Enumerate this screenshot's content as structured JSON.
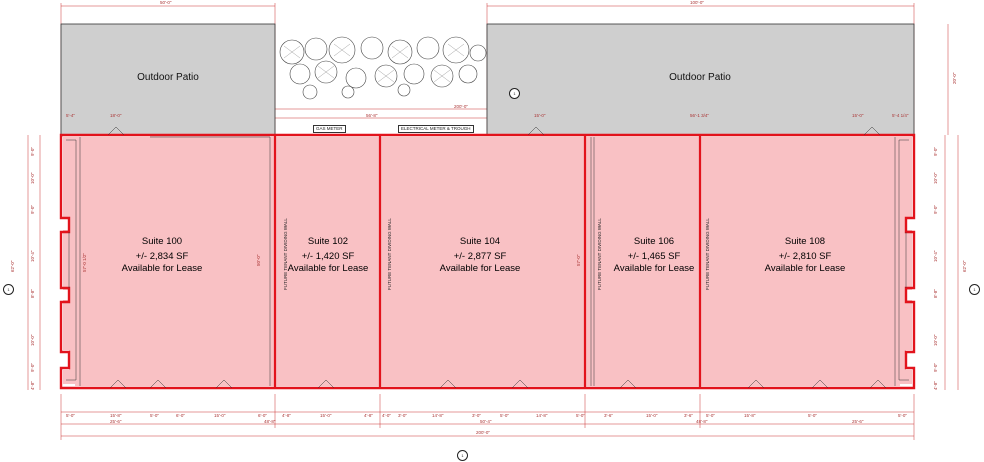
{
  "patios": [
    {
      "label": "Outdoor Patio"
    },
    {
      "label": "Outdoor Patio"
    }
  ],
  "suites": [
    {
      "name": "Suite 100",
      "area": "+/- 2,834 SF",
      "status": "Available for Lease"
    },
    {
      "name": "Suite 102",
      "area": "+/- 1,420 SF",
      "status": "Available for Lease"
    },
    {
      "name": "Suite 104",
      "area": "+/- 2,877 SF",
      "status": "Available for Lease"
    },
    {
      "name": "Suite 106",
      "area": "+/- 1,465 SF",
      "status": "Available for Lease"
    },
    {
      "name": "Suite 108",
      "area": "+/- 2,810 SF",
      "status": "Available for Lease"
    }
  ],
  "tags": {
    "gas_meter": "GAS METER",
    "electrical": "ELECTRICAL METER & TROUGH"
  },
  "wall_notes": [
    "FUTURE TENANT DIVIDING WALL",
    "FUTURE TENANT DIVIDING WALL",
    "FUTURE TENANT DIVIDING WALL",
    "FUTURE TENANT DIVIDING WALL"
  ],
  "dimensions": {
    "top_left": "50'-0\"",
    "top_right": "100'-0\"",
    "overall_top": "200'-0\"",
    "overall_bottom": "200'-0\"",
    "patio_depth": "20'-0\"",
    "building_depth_left": "62'-0\"",
    "building_depth_right": "62'-0\"",
    "gap_width": "56'-8\"",
    "bottom_segments": [
      "25'-6\"",
      "48'-8\"",
      "50'-4\"",
      "48'-8\"",
      "25'-6\""
    ],
    "bottom_small": [
      "5'-0\"",
      "15'-8\"",
      "5'-0\"",
      "6'-0\"",
      "15'-0\"",
      "6'-0\"",
      "4'-8\"",
      "15'-0\"",
      "4'-8\"",
      "4'-0\"",
      "3'-0\"",
      "14'-8\"",
      "3'-0\"",
      "5'-0\"",
      "14'-8\"",
      "5'-0\"",
      "3'-6\"",
      "15'-0\"",
      "3'-6\"",
      "5'-0\"",
      "15'-8\"",
      "5'-0\"",
      "5'-0\""
    ],
    "left_side": [
      "9'-0\"",
      "10'-0\"",
      "9'-0\"",
      "10'-4\"",
      "8'-8\"",
      "10'-0\"",
      "9'-0\"",
      "4'-8\""
    ],
    "right_side": [
      "9'-0\"",
      "10'-0\"",
      "9'-0\"",
      "10'-4\"",
      "8'-8\"",
      "10'-0\"",
      "9'-0\"",
      "4'-8\""
    ],
    "interior": [
      "57'-0 1/2\"",
      "50'-0\"",
      "57'-0\""
    ],
    "top_marks": [
      "5'-4\"",
      "18'-0\"",
      "15'-0\"",
      "56'-1 3/4\"",
      "15'-0\"",
      "5'-4 1/4\""
    ]
  },
  "markers": {
    "north_top": "1",
    "left": "1",
    "right": "1",
    "bottom": "1"
  },
  "colors": {
    "suite_fill": "#f9c1c4",
    "wall_red": "#e2131c",
    "patio_gray": "#cfcfcf",
    "dim_red": "#b33"
  }
}
